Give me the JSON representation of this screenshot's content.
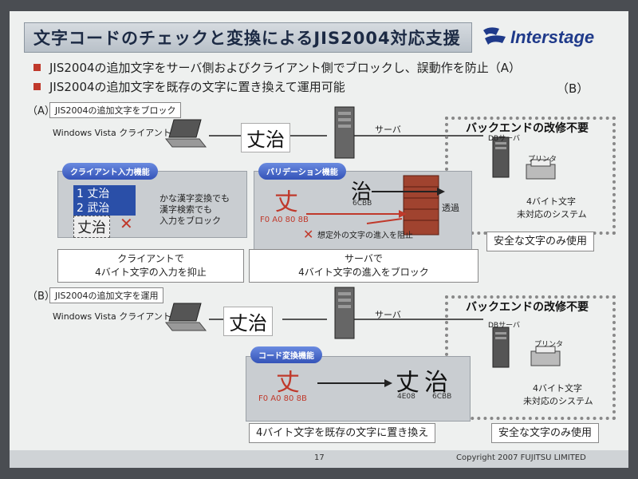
{
  "title": "文字コードのチェックと変換によるJIS2004対応支援",
  "logo_text": "Interstage",
  "bullets": [
    "JIS2004の追加文字をサーバ側およびクライアント側でブロックし、誤動作を防止（A）",
    "JIS2004の追加文字を既存の文字に置き換えて運用可能"
  ],
  "bullet2_tag": "（B）",
  "section_a": {
    "tag": "（A）",
    "pill": "JIS2004の追加文字をブロック",
    "client_label": "Windows Vista クライアント",
    "sent_text": "丈治",
    "server_label": "サーバ",
    "client_func": "クライアント入力機能",
    "ime_item1": "1 丈治",
    "ime_item2": "2 武治",
    "ime_input": "丈治",
    "ime_note": [
      "かな漢字変換でも",
      "漢字検索でも",
      "入力をブロック"
    ],
    "valid_func": "バリデーション機能",
    "char_ext": "丈",
    "char_ok": "治",
    "code_ok": "6CBB",
    "code_ext": "F0 A0 80 8B",
    "pass_label": "透過",
    "block_note": "想定外の文字の進入を阻止",
    "callout_client": [
      "クライアントで",
      "4バイト文字の入力を抑止"
    ],
    "callout_server": [
      "サーバで",
      "4バイト文字の進入をブロック"
    ],
    "backend_title": "バックエンドの改修不要",
    "db_label": "DBサーバ",
    "printer_label": "プリンタ",
    "legacy": [
      "4バイト文字",
      "未対応のシステム"
    ],
    "safe": "安全な文字のみ使用"
  },
  "section_b": {
    "tag": "（B）",
    "pill": "JIS2004の追加文字を運用",
    "client_label": "Windows Vista クライアント",
    "sent_text": "丈治",
    "server_label": "サーバ",
    "func": "コード変換機能",
    "char_ext": "丈",
    "code_ext": "F0 A0 80 8B",
    "result": "丈治",
    "code1": "4E08",
    "code2": "6CBB",
    "callout": "4バイト文字を既存の文字に置き換え",
    "backend_title": "バックエンドの改修不要",
    "db_label": "DBサーバ",
    "printer_label": "プリンタ",
    "legacy": [
      "4バイト文字",
      "未対応のシステム"
    ],
    "safe": "安全な文字のみ使用"
  },
  "footer": {
    "page": "17",
    "copyright": "Copyright 2007 FUJITSU LIMITED"
  },
  "colors": {
    "accent_red": "#c0392b",
    "logo_blue": "#1f3a8a",
    "pill_blue": "#3453b8"
  }
}
